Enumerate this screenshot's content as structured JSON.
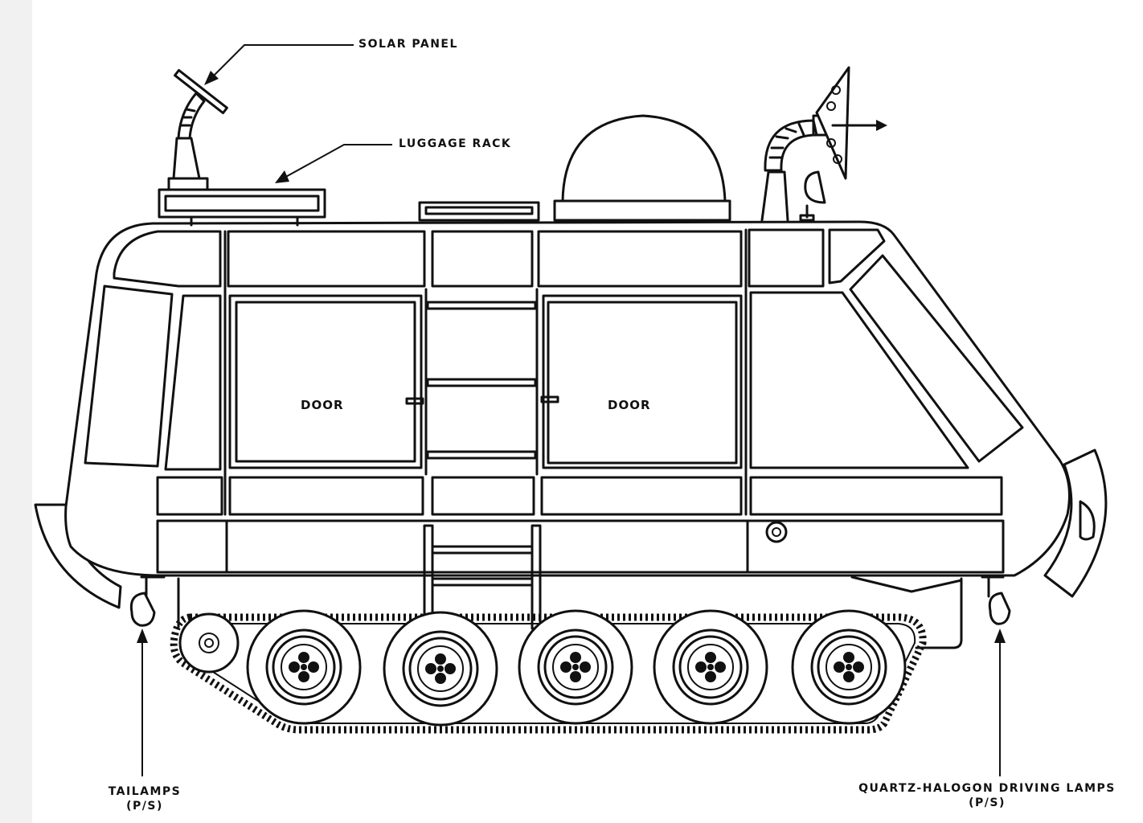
{
  "labels": {
    "solar_panel": "SOLAR PANEL",
    "luggage_rack": "LUGGAGE RACK",
    "door_left": "DOOR",
    "door_right": "DOOR",
    "tailamps": "TAILAMPS",
    "tailamps_ps": "(P/S)",
    "driving_lamps": "QUARTZ-HALOGON DRIVING LAMPS",
    "driving_lamps_ps": "(P/S)"
  }
}
